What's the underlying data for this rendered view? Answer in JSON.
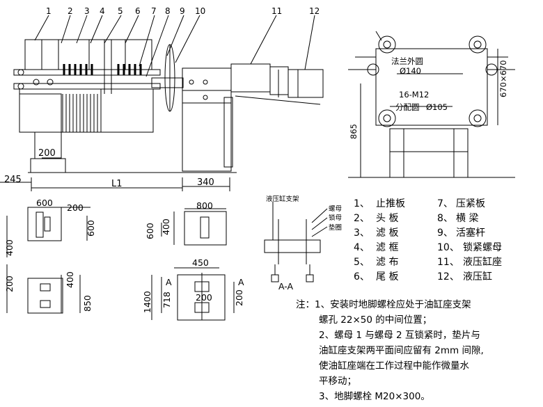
{
  "callouts": [
    "1",
    "2",
    "3",
    "4",
    "5",
    "6",
    "7",
    "8",
    "9",
    "10",
    "11",
    "12"
  ],
  "top_dims": {
    "d245": "245",
    "L1": "L1",
    "d340": "340",
    "d200": "200"
  },
  "side_view": {
    "flange_label": "法兰外圆",
    "flange_dia": "Ø140",
    "bolts_label": "16-M12",
    "pitch_label": "分配圆",
    "pitch_dia": "Ø105",
    "d670": "670×670",
    "d865": "865"
  },
  "foundation": {
    "d600a": "600",
    "d200a": "200",
    "d600b": "600",
    "d400a": "400",
    "d800": "800",
    "d600c": "600",
    "d400b": "400",
    "d200b": "200",
    "d400c": "400",
    "d850": "850",
    "d450": "450",
    "d1400": "1400",
    "d718": "718",
    "d200c": "200",
    "d200d": "200",
    "a_mark": "A",
    "aa": "A-A"
  },
  "detail": {
    "support": "液压缸支架",
    "nut": "螺母",
    "nut_lock": "锁母",
    "washer": "垫圈"
  },
  "legend": [
    {
      "num": "1、",
      "name": "止推板"
    },
    {
      "num": "7、",
      "name": "压紧板"
    },
    {
      "num": "2、",
      "name": "头  板"
    },
    {
      "num": "8、",
      "name": "横  梁"
    },
    {
      "num": "3、",
      "name": "滤  板"
    },
    {
      "num": "9、",
      "name": "活塞杆"
    },
    {
      "num": "4、",
      "name": "滤  框"
    },
    {
      "num": "10、",
      "name": "锁紧螺母"
    },
    {
      "num": "5、",
      "name": "滤  布"
    },
    {
      "num": "11、",
      "name": "液压缸座"
    },
    {
      "num": "6、",
      "name": "尾  板"
    },
    {
      "num": "12、",
      "name": "液压缸"
    }
  ],
  "notes": [
    "注：1、安装时地脚螺栓应处于油缸座支架",
    "螺孔 22×50 的中间位置；",
    "2、螺母 1 与螺母 2 互锁紧时，垫片与",
    "油缸座支架两平面间应留有 2mm 间隙,",
    "使油缸座端在工作过程中能作微量水",
    "平移动；",
    "3、地脚螺栓 M20×300。"
  ]
}
